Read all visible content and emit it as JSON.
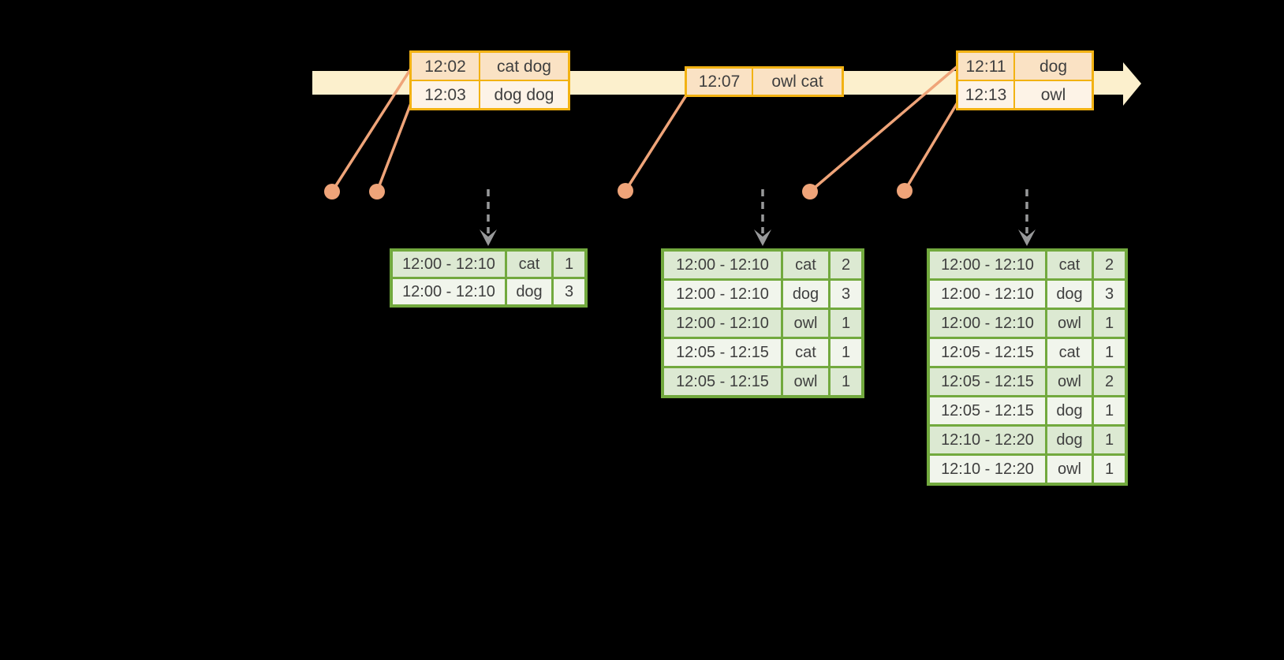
{
  "diagram": {
    "kind": "streaming-windowed-word-count",
    "colors": {
      "background": "#000000",
      "timeline_band": "#fcf0cd",
      "event_table_border": "#f2b213",
      "event_row_dark": "#fae2c4",
      "event_row_light": "#fdf3e7",
      "connector_salmon": "#efa479",
      "trigger_arrow_gray": "#98999a",
      "result_table_border": "#72a93e",
      "result_row_dark": "#dce9d2",
      "result_row_light": "#f1f5ec",
      "text": "#3f3f3f"
    }
  },
  "event_tables": [
    {
      "rows": [
        {
          "time": "12:02",
          "data": "cat dog"
        },
        {
          "time": "12:03",
          "data": "dog dog"
        }
      ]
    },
    {
      "rows": [
        {
          "time": "12:07",
          "data": "owl cat"
        }
      ]
    },
    {
      "rows": [
        {
          "time": "12:11",
          "data": "dog"
        },
        {
          "time": "12:13",
          "data": "owl"
        }
      ]
    }
  ],
  "result_tables": [
    {
      "rows": [
        {
          "window": "12:00 - 12:10",
          "word": "cat",
          "count": "1"
        },
        {
          "window": "12:00 - 12:10",
          "word": "dog",
          "count": "3"
        }
      ]
    },
    {
      "rows": [
        {
          "window": "12:00 - 12:10",
          "word": "cat",
          "count": "2"
        },
        {
          "window": "12:00 - 12:10",
          "word": "dog",
          "count": "3"
        },
        {
          "window": "12:00 - 12:10",
          "word": "owl",
          "count": "1"
        },
        {
          "window": "12:05 - 12:15",
          "word": "cat",
          "count": "1"
        },
        {
          "window": "12:05 - 12:15",
          "word": "owl",
          "count": "1"
        }
      ]
    },
    {
      "rows": [
        {
          "window": "12:00 - 12:10",
          "word": "cat",
          "count": "2"
        },
        {
          "window": "12:00 - 12:10",
          "word": "dog",
          "count": "3"
        },
        {
          "window": "12:00 - 12:10",
          "word": "owl",
          "count": "1"
        },
        {
          "window": "12:05 - 12:15",
          "word": "cat",
          "count": "1"
        },
        {
          "window": "12:05 - 12:15",
          "word": "owl",
          "count": "2"
        },
        {
          "window": "12:05 - 12:15",
          "word": "dog",
          "count": "1"
        },
        {
          "window": "12:10 - 12:20",
          "word": "dog",
          "count": "1"
        },
        {
          "window": "12:10 - 12:20",
          "word": "owl",
          "count": "1"
        }
      ]
    }
  ]
}
